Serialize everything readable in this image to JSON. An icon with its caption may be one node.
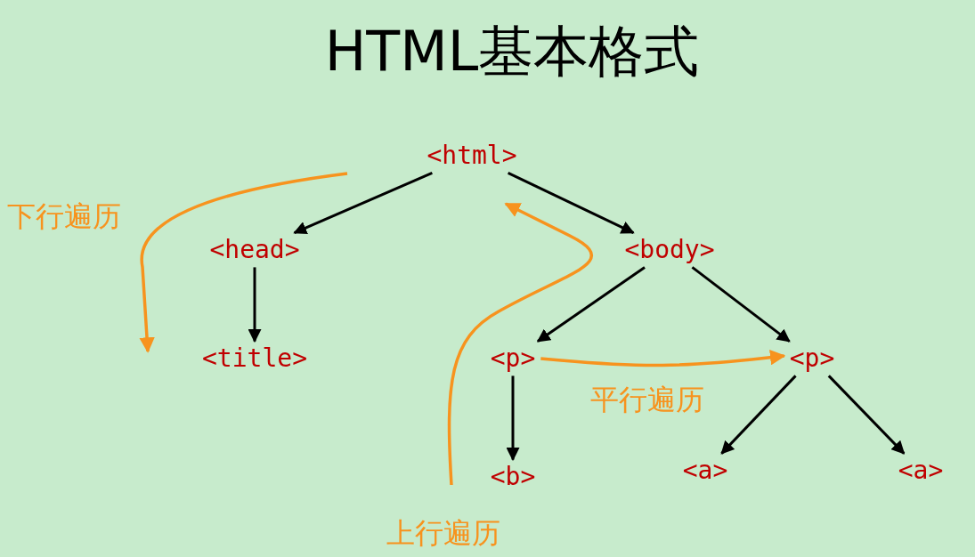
{
  "diagram": {
    "title": "HTML基本格式",
    "nodes": [
      {
        "text": [
          "<html>"
        ]
      },
      {
        "text": [
          "<head>"
        ]
      },
      {
        "text": [
          "<body>"
        ]
      },
      {
        "text": [
          "<title>"
        ]
      },
      {
        "text": [
          "<p>"
        ]
      },
      {
        "text": [
          "<p>"
        ]
      },
      {
        "text": [
          "<b>"
        ]
      },
      {
        "text": [
          "<a>"
        ]
      },
      {
        "text": [
          "<a>"
        ]
      }
    ],
    "edges": [
      {
        "from": 0,
        "to": 1,
        "arrow": "to"
      },
      {
        "from": 0,
        "to": 2,
        "arrow": "to"
      },
      {
        "from": 1,
        "to": 3,
        "arrow": "to"
      },
      {
        "from": 2,
        "to": 4,
        "arrow": "to"
      },
      {
        "from": 2,
        "to": 5,
        "arrow": "to"
      },
      {
        "from": 4,
        "to": 6,
        "arrow": "to"
      },
      {
        "from": 5,
        "to": 7,
        "arrow": "to"
      },
      {
        "from": 5,
        "to": 8,
        "arrow": "to"
      },
      {
        "from": 4,
        "to": 5,
        "arrow": "to",
        "color": "#f7931e"
      }
    ],
    "labels": [
      "下行遍历",
      "平行遍历",
      "上行遍历"
    ]
  }
}
